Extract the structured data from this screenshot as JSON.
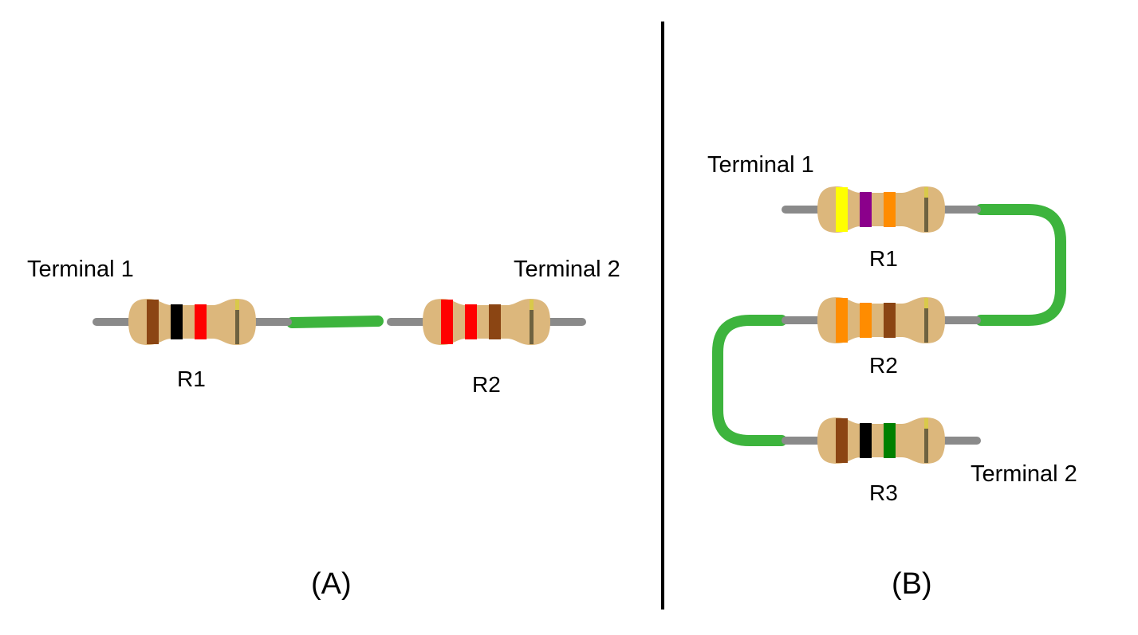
{
  "colors": {
    "lead": "#8a8a8a",
    "wire": "#3db43d",
    "body": "#dcb77c",
    "tolerance_band": "#6e6240",
    "tolerance_tip": "#d9c94a",
    "divider": "#000000"
  },
  "panel_a": {
    "caption": "(A)",
    "terminal_1": "Terminal 1",
    "terminal_2": "Terminal 2",
    "resistors": [
      {
        "label": "R1",
        "bands": [
          "brown",
          "black",
          "red"
        ]
      },
      {
        "label": "R2",
        "bands": [
          "red",
          "red",
          "brown"
        ]
      }
    ]
  },
  "panel_b": {
    "caption": "(B)",
    "terminal_1": "Terminal 1",
    "terminal_2": "Terminal 2",
    "resistors": [
      {
        "label": "R1",
        "bands": [
          "yellow",
          "violet",
          "orange"
        ]
      },
      {
        "label": "R2",
        "bands": [
          "orange",
          "orange",
          "brown"
        ]
      },
      {
        "label": "R3",
        "bands": [
          "brown",
          "black",
          "green"
        ]
      }
    ]
  },
  "band_colors": {
    "brown": "#8b4513",
    "black": "#000000",
    "red": "#ff0000",
    "yellow": "#ffff00",
    "violet": "#8b008b",
    "orange": "#ff8c00",
    "green": "#008000"
  }
}
